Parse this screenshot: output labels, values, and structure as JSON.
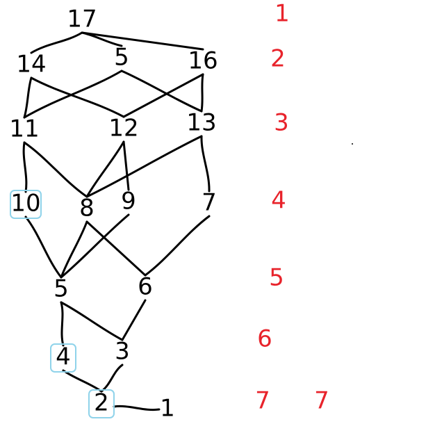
{
  "diagram": {
    "nodes": {
      "n17": "17",
      "n14": "14",
      "n5a": "5",
      "n16": "16",
      "n11": "11",
      "n12": "12",
      "n13": "13",
      "n10": "10",
      "n8": "8",
      "n9": "9",
      "n7": "7",
      "n5b": "5",
      "n6": "6",
      "n4": "4",
      "n3": "3",
      "n2": "2",
      "n1": "1"
    },
    "edges": [
      [
        "n17",
        "n14"
      ],
      [
        "n17",
        "n5a"
      ],
      [
        "n17",
        "n16"
      ],
      [
        "n14",
        "n11"
      ],
      [
        "n14",
        "n12"
      ],
      [
        "n5a",
        "n11"
      ],
      [
        "n5a",
        "n13"
      ],
      [
        "n16",
        "n12"
      ],
      [
        "n16",
        "n13"
      ],
      [
        "n11",
        "n10"
      ],
      [
        "n11",
        "n8"
      ],
      [
        "n12",
        "n8"
      ],
      [
        "n12",
        "n9"
      ],
      [
        "n13",
        "n8"
      ],
      [
        "n13",
        "n7"
      ],
      [
        "n10",
        "n5b"
      ],
      [
        "n8",
        "n5b"
      ],
      [
        "n8",
        "n6"
      ],
      [
        "n9",
        "n5b"
      ],
      [
        "n7",
        "n6"
      ],
      [
        "n5b",
        "n4"
      ],
      [
        "n5b",
        "n3"
      ],
      [
        "n6",
        "n3"
      ],
      [
        "n4",
        "n2"
      ],
      [
        "n3",
        "n2"
      ],
      [
        "n2",
        "n1"
      ]
    ],
    "highlighted": [
      "n10",
      "n4",
      "n2"
    ],
    "highlight_color": "#8fd3ea",
    "levels": [
      "1",
      "2",
      "3",
      "4",
      "5",
      "6",
      "7"
    ],
    "extra_level_label": "7",
    "level_color": "#e8232b"
  }
}
